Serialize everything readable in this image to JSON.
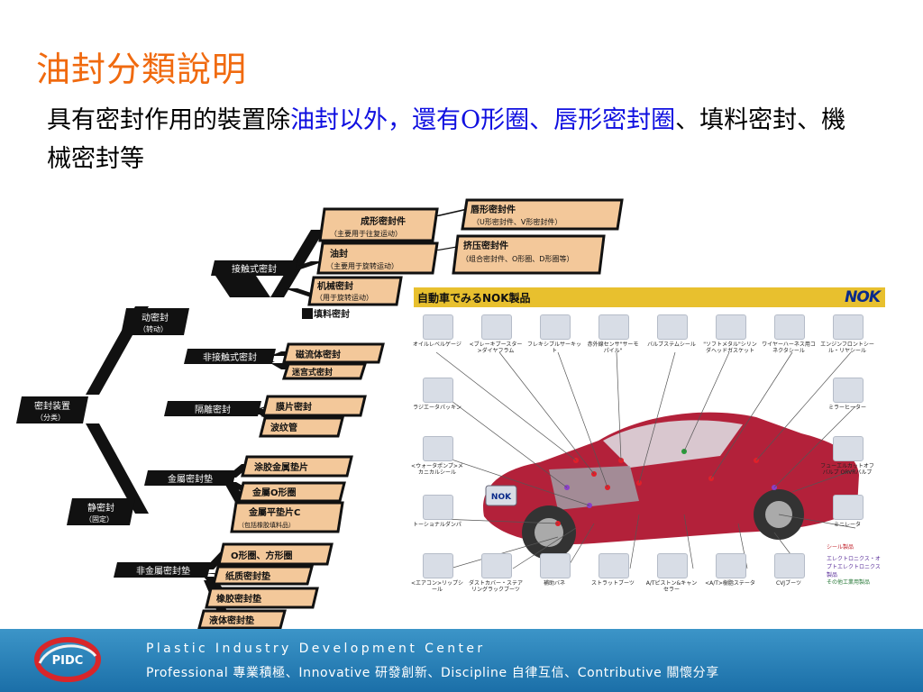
{
  "title": "油封分類說明",
  "subtitle": {
    "part1": "具有密封作用的裝置除",
    "part2": "油封以外，還有O形圈、唇形密封圈",
    "part3": "、填料密封、機械密封等"
  },
  "diagram": {
    "root": {
      "label": "密封装置",
      "sub": "（分类）"
    },
    "dynamic": {
      "label": "动密封",
      "sub": "（转动）"
    },
    "static": {
      "label": "静密封",
      "sub": "（固定）"
    },
    "contact": "接触式密封",
    "noncontact": "非接触式密封",
    "isolate": "隔離密封",
    "metal_gasket": "金屬密封墊",
    "nonmetal_gasket": "非金屬密封墊",
    "leaves": {
      "shaped": {
        "label": "成形密封件",
        "sub": "（主要用于往复运动）"
      },
      "oilseal": {
        "label": "油封",
        "sub": "（主要用于旋转运动）"
      },
      "mechanical": {
        "label": "机械密封",
        "sub": "（用于旋转运动）"
      },
      "packing": "填料密封",
      "lip": {
        "label": "唇形密封件",
        "sub": "（U形密封件、V形密封件）"
      },
      "squeeze": {
        "label": "挤压密封件",
        "sub": "（组合密封件、O形圈、D形圈等）"
      },
      "magnetic": "磁流体密封",
      "labyrinth": "迷宫式密封",
      "diaphragm": "膜片密封",
      "bellows": "波纹管",
      "coated_metal": "涂胶金属垫片",
      "metal_oring": "金屬O形圈",
      "metal_flat": {
        "label": "金屬平垫片C",
        "sub": "（包括橡胶填料品）"
      },
      "oring_square": "O形圈、方形圈",
      "paper": "纸质密封垫",
      "rubber": "橡胶密封垫",
      "liquid": "液体密封垫"
    }
  },
  "nok_panel": {
    "title": "自動車でみるNOK製品",
    "logo": "NOK",
    "badge": "NOK",
    "products": [
      "オイルレベルゲージ",
      "<ブレーキブースター>ダイヤフラム",
      "フレキシブルサーキット",
      "赤外線センサ\"サーモパイル\"",
      "バルブステムシール",
      "\"ソフトメタル\"シリンダヘッドガスケット",
      "ワイヤーハーネス用コネクタシール",
      "エンジンフロントシール・リヤシール",
      "ラジエータパッキン",
      "ミラーヒーター",
      "<ウォータポンプ>メカニカルシール",
      "フューエルカットオフバルブ ORVRバルブ",
      "トーショナルダンパ",
      "ミニレータ",
      "<エアコン>リップシール",
      "ダストカバー・ステアリングラックブーツ",
      "補助バネ",
      "ストラットブーツ",
      "A/Tピストン&キャンセラー",
      "<A/T>樹脂ステータ",
      "CVJブーツ"
    ],
    "legend": [
      "シール製品",
      "エレクトロニクス・オプトエレクトロニクス製品",
      "その他工業用製品"
    ]
  },
  "footer": {
    "org": "Plastic Industry Development Center",
    "tagline": "Professional 專業積極、Innovative 研發創新、Discipline 自律互信、Contributive 關懷分享",
    "logo_text": "PIDC"
  },
  "colors": {
    "title": "#f06a0f",
    "highlight": "#1010e0",
    "box": "#f3c89a",
    "dark": "#111111",
    "footer": "#2a84bd"
  }
}
